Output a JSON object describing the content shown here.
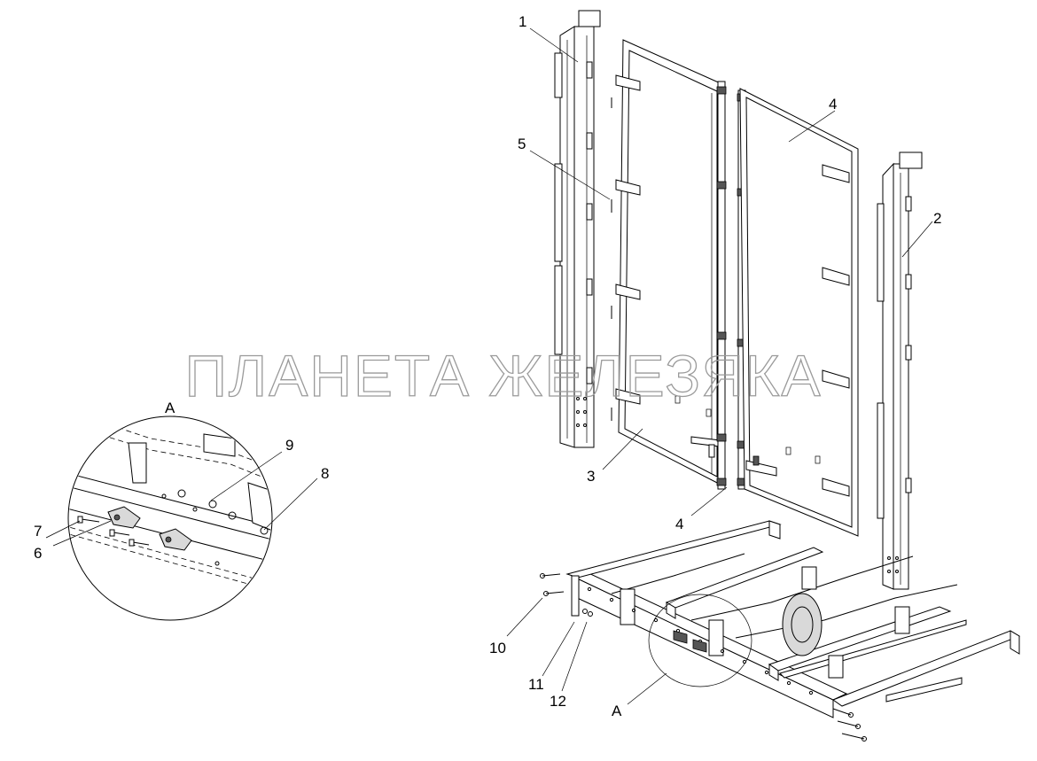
{
  "watermark": "ПЛАНЕТА ЖЕЛЕЗЯКА",
  "detail_view_label": "А",
  "callouts": {
    "c1": "1",
    "c2": "2",
    "c3": "3",
    "c4a": "4",
    "c4b": "4",
    "c5": "5",
    "c6": "6",
    "c7": "7",
    "c8": "8",
    "c9": "9",
    "c10": "10",
    "c11": "11",
    "c12": "12"
  },
  "section_marker": "А"
}
